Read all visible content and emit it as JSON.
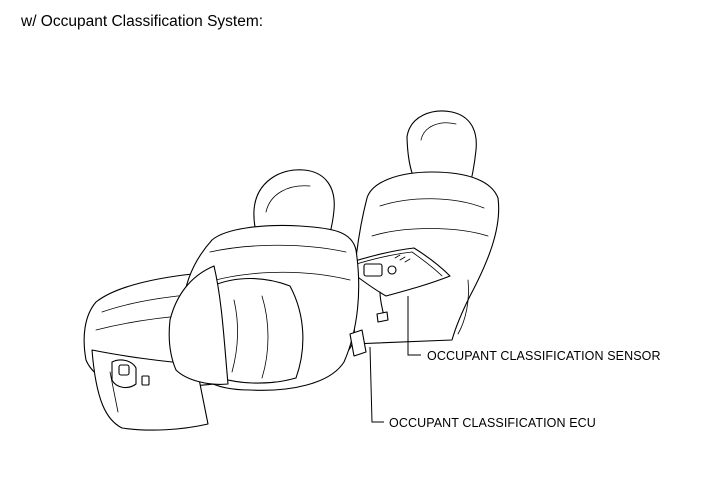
{
  "heading": "w/ Occupant Classification System:",
  "callouts": {
    "sensor": "OCCUPANT CLASSIFICATION SENSOR",
    "ecu": "OCCUPANT CLASSIFICATION ECU"
  },
  "colors": {
    "ink": "#000000",
    "paper": "#ffffff"
  }
}
